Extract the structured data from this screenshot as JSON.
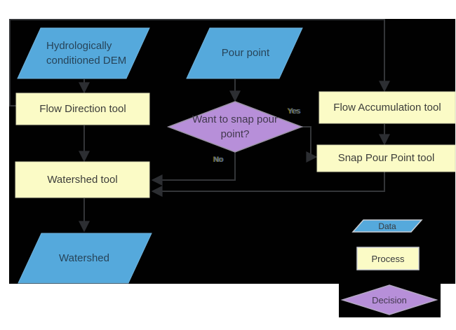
{
  "title": "Watershed delineation flowchart",
  "colors": {
    "background": "#000000",
    "data_fill": "#55A9DC",
    "process_fill": "#FBFBC6",
    "decision_fill": "#B78FD9",
    "arrow": "#333538"
  },
  "nodes": {
    "dem": {
      "label": "Hydrologically conditioned DEM",
      "type": "data"
    },
    "pour_point": {
      "label": "Pour point",
      "type": "data"
    },
    "flow_direction": {
      "label": "Flow Direction tool",
      "type": "process"
    },
    "flow_accumulation": {
      "label": "Flow Accumulation tool",
      "type": "process"
    },
    "snap_pour_point": {
      "label": "Snap Pour Point tool",
      "type": "process"
    },
    "decision": {
      "label": "Want to snap pour point?",
      "type": "decision"
    },
    "watershed_tool": {
      "label": "Watershed tool",
      "type": "process"
    },
    "watershed": {
      "label": "Watershed",
      "type": "data"
    }
  },
  "edge_labels": {
    "yes": "Yes",
    "no": "No"
  },
  "legend": {
    "data": "Data",
    "process": "Process",
    "decision": "Decision"
  }
}
